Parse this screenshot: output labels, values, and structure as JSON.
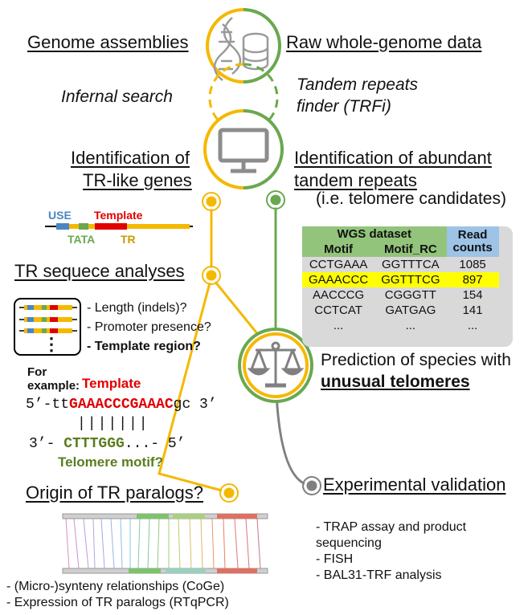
{
  "labels": {
    "genome_assemblies": "Genome assemblies",
    "raw_wgs": "Raw whole-genome data",
    "infernal": "Infernal search",
    "trfi_line1": "Tandem repeats",
    "trfi_line2": "finder (TRFi)",
    "ident_tr_line1": "Identification of",
    "ident_tr_line2": "TR-like genes",
    "ident_abund_line1": "Identification of abundant",
    "ident_abund_line2": "tandem repeats",
    "ident_abund_line3": "(i.e. telomere candidates)",
    "tr_seq": "TR sequece analyses",
    "prediction_line1": "Prediction of species with",
    "prediction_line2": "unusual telomeres",
    "exp_validation": "Experimental validation",
    "origin": "Origin of TR paralogs?"
  },
  "gene_diagram": {
    "use": "USE",
    "template": "Template",
    "tata": "TATA",
    "tr": "TR"
  },
  "analyses": {
    "length": "- Length (indels)?",
    "promoter": "- Promoter presence?",
    "template_region": "- Template region?",
    "dots": "⋮"
  },
  "example": {
    "for": "For",
    "example": "example:",
    "template_label": "Template",
    "seq_prefix": "5’-tt",
    "seq_template": "GAAACCCGAAAC",
    "seq_suffix": "gc 3’",
    "bars": "|||||||",
    "comp_prefix": "3’- ",
    "comp_motif": "CTTTGGG",
    "comp_suffix": "...- 5’",
    "telomere_motif": "Telomere motif?"
  },
  "wgs_table": {
    "title": "WGS dataset",
    "read_counts_line1": "Read",
    "read_counts_line2": "counts",
    "col_motif": "Motif",
    "col_motif_rc": "Motif_RC",
    "rows": [
      {
        "motif": "CCTGAAA",
        "rc": "GGTTTCA",
        "count": "1085"
      },
      {
        "motif": "GAAACCC",
        "rc": "GGTTTCG",
        "count": "897"
      },
      {
        "motif": "AACCCG",
        "rc": "CGGGTT",
        "count": "154"
      },
      {
        "motif": "CCTCAT",
        "rc": "GATGAG",
        "count": "141"
      },
      {
        "motif": "...",
        "rc": "...",
        "count": "..."
      }
    ]
  },
  "validation": {
    "item1_line1": "- TRAP assay and product",
    "item1_line2": "sequencing",
    "item2": "- FISH",
    "item3": "- BAL31-TRF analysis"
  },
  "synteny": {
    "item1": "- (Micro-)synteny relationships (CoGe)",
    "item2": "- Expression of TR paralogs (RTqPCR)"
  },
  "colors": {
    "yellow": "#f5b800",
    "green": "#6aa84f",
    "gray": "#808080",
    "red": "#e00000",
    "blue": "#4a86c5",
    "olive": "#5b7d1e",
    "highlight": "#ffff00",
    "table_header": "#92c47b",
    "table_read": "#9dc3e6",
    "table_body": "#d9d9d9"
  },
  "icons": [
    "dna-icon",
    "database-icon",
    "computer-icon",
    "scales-icon"
  ]
}
